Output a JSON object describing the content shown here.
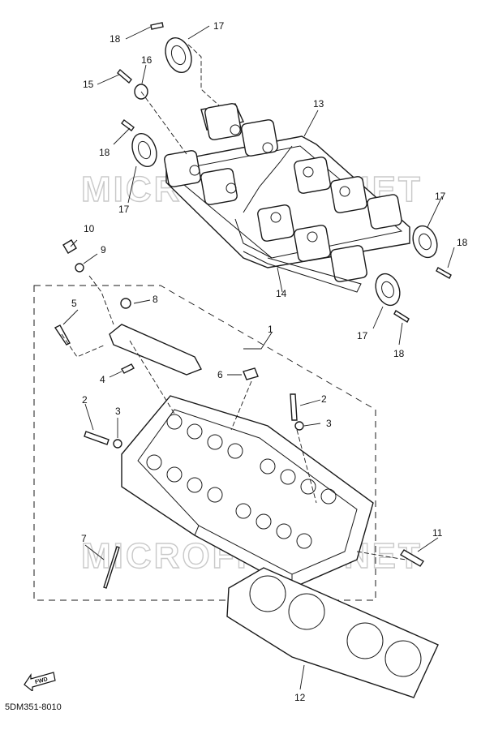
{
  "watermark": "MICROFICHE.NET",
  "diagram_code": "5DM351-8010",
  "fwd_label": "FWD",
  "callouts": {
    "c1": "1",
    "c2a": "2",
    "c2b": "2",
    "c3a": "3",
    "c3b": "3",
    "c4": "4",
    "c5": "5",
    "c6": "6",
    "c7": "7",
    "c8": "8",
    "c9": "9",
    "c10": "10",
    "c11": "11",
    "c12": "12",
    "c13": "13",
    "c14": "14",
    "c15": "15",
    "c16": "16",
    "c17a": "17",
    "c17b": "17",
    "c17c": "17",
    "c17d": "17",
    "c18a": "18",
    "c18b": "18",
    "c18c": "18",
    "c18d": "18"
  }
}
